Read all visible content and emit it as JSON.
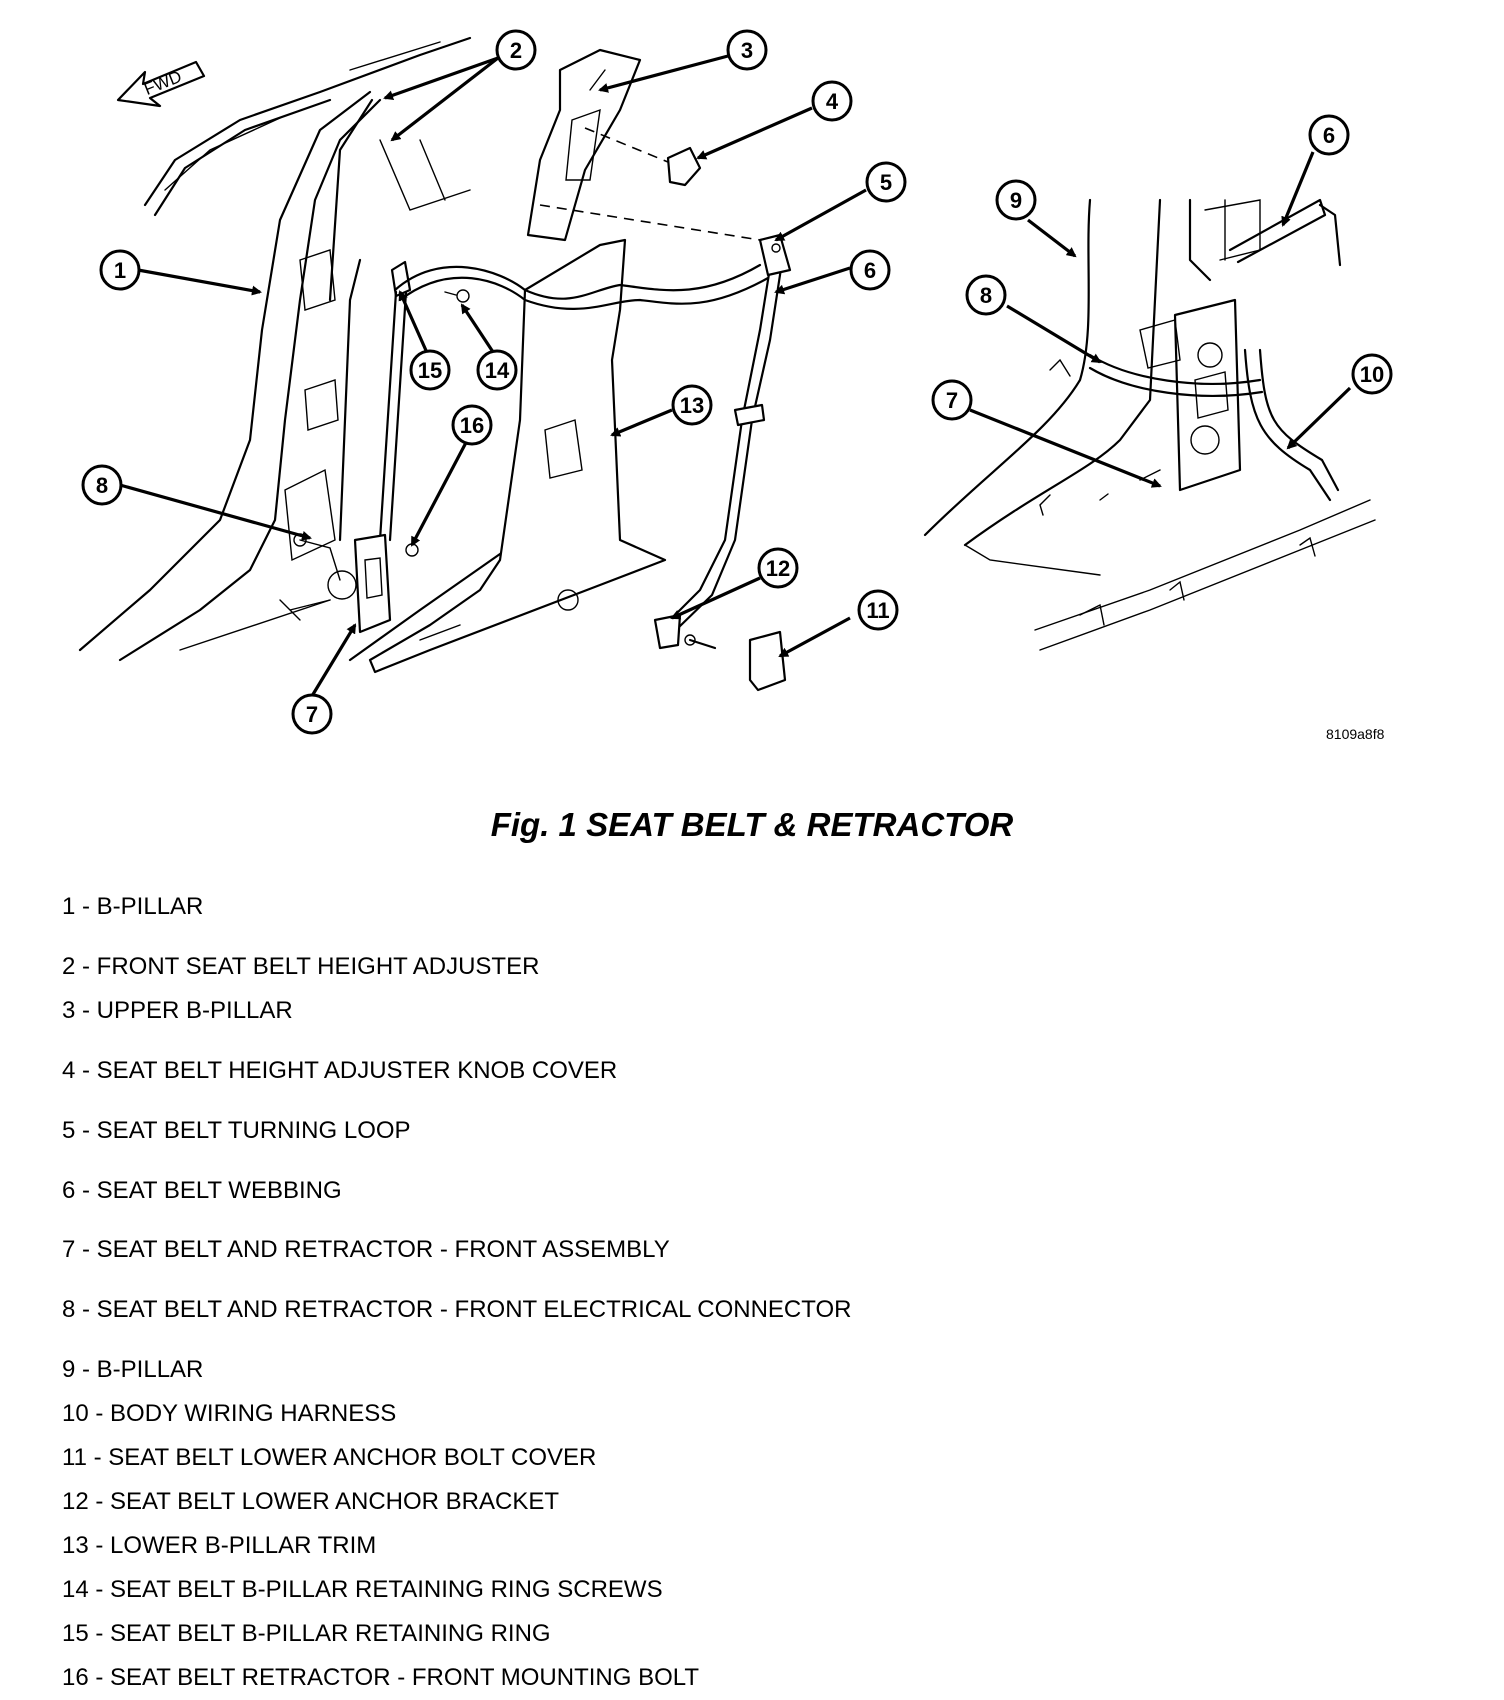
{
  "figure": {
    "title": "Fig. 1 SEAT BELT & RETRACTOR",
    "image_code": "8109a8f8",
    "direction_label": "FWD"
  },
  "callouts": [
    "1",
    "2",
    "3",
    "4",
    "5",
    "6",
    "6",
    "7",
    "7",
    "8",
    "8",
    "9",
    "10",
    "11",
    "12",
    "13",
    "14",
    "15",
    "16"
  ],
  "legend": [
    "1 - B-PILLAR",
    "2 - FRONT SEAT BELT HEIGHT ADJUSTER",
    "3 - UPPER B-PILLAR",
    "4 - SEAT BELT HEIGHT ADJUSTER KNOB COVER",
    "5 - SEAT BELT TURNING LOOP",
    "6 - SEAT BELT WEBBING",
    "7 - SEAT BELT AND RETRACTOR - FRONT ASSEMBLY",
    "8 - SEAT BELT AND RETRACTOR - FRONT ELECTRICAL CONNECTOR",
    "9 - B-PILLAR",
    "10 - BODY WIRING HARNESS",
    "11 - SEAT BELT LOWER ANCHOR BOLT COVER",
    "12 - SEAT BELT LOWER ANCHOR BRACKET",
    "13 - LOWER B-PILLAR TRIM",
    "14 - SEAT BELT B-PILLAR RETAINING RING SCREWS",
    "15 - SEAT BELT B-PILLAR RETAINING RING",
    "16 - SEAT BELT RETRACTOR - FRONT MOUNTING BOLT"
  ]
}
